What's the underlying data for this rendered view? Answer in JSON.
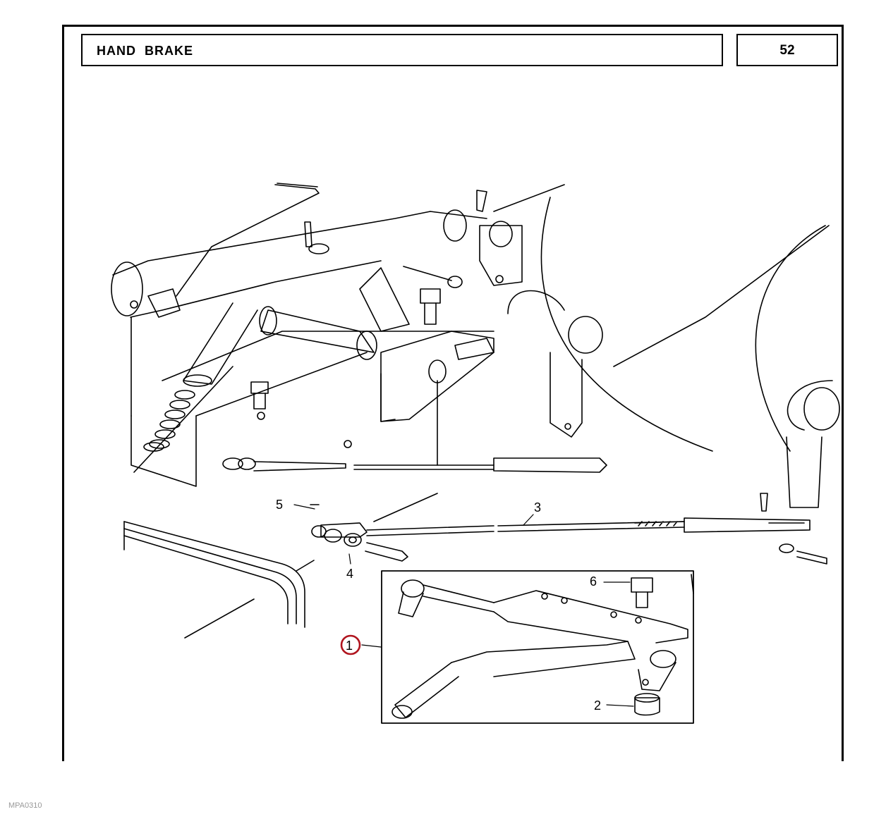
{
  "header": {
    "title": "HAND  BRAKE",
    "page_number": "52"
  },
  "callouts": {
    "c1": "1",
    "c2": "2",
    "c3": "3",
    "c4": "4",
    "c5": "5",
    "c6": "6"
  },
  "highlight_color": "#b0141e",
  "footer": {
    "code": "MPA0310"
  }
}
